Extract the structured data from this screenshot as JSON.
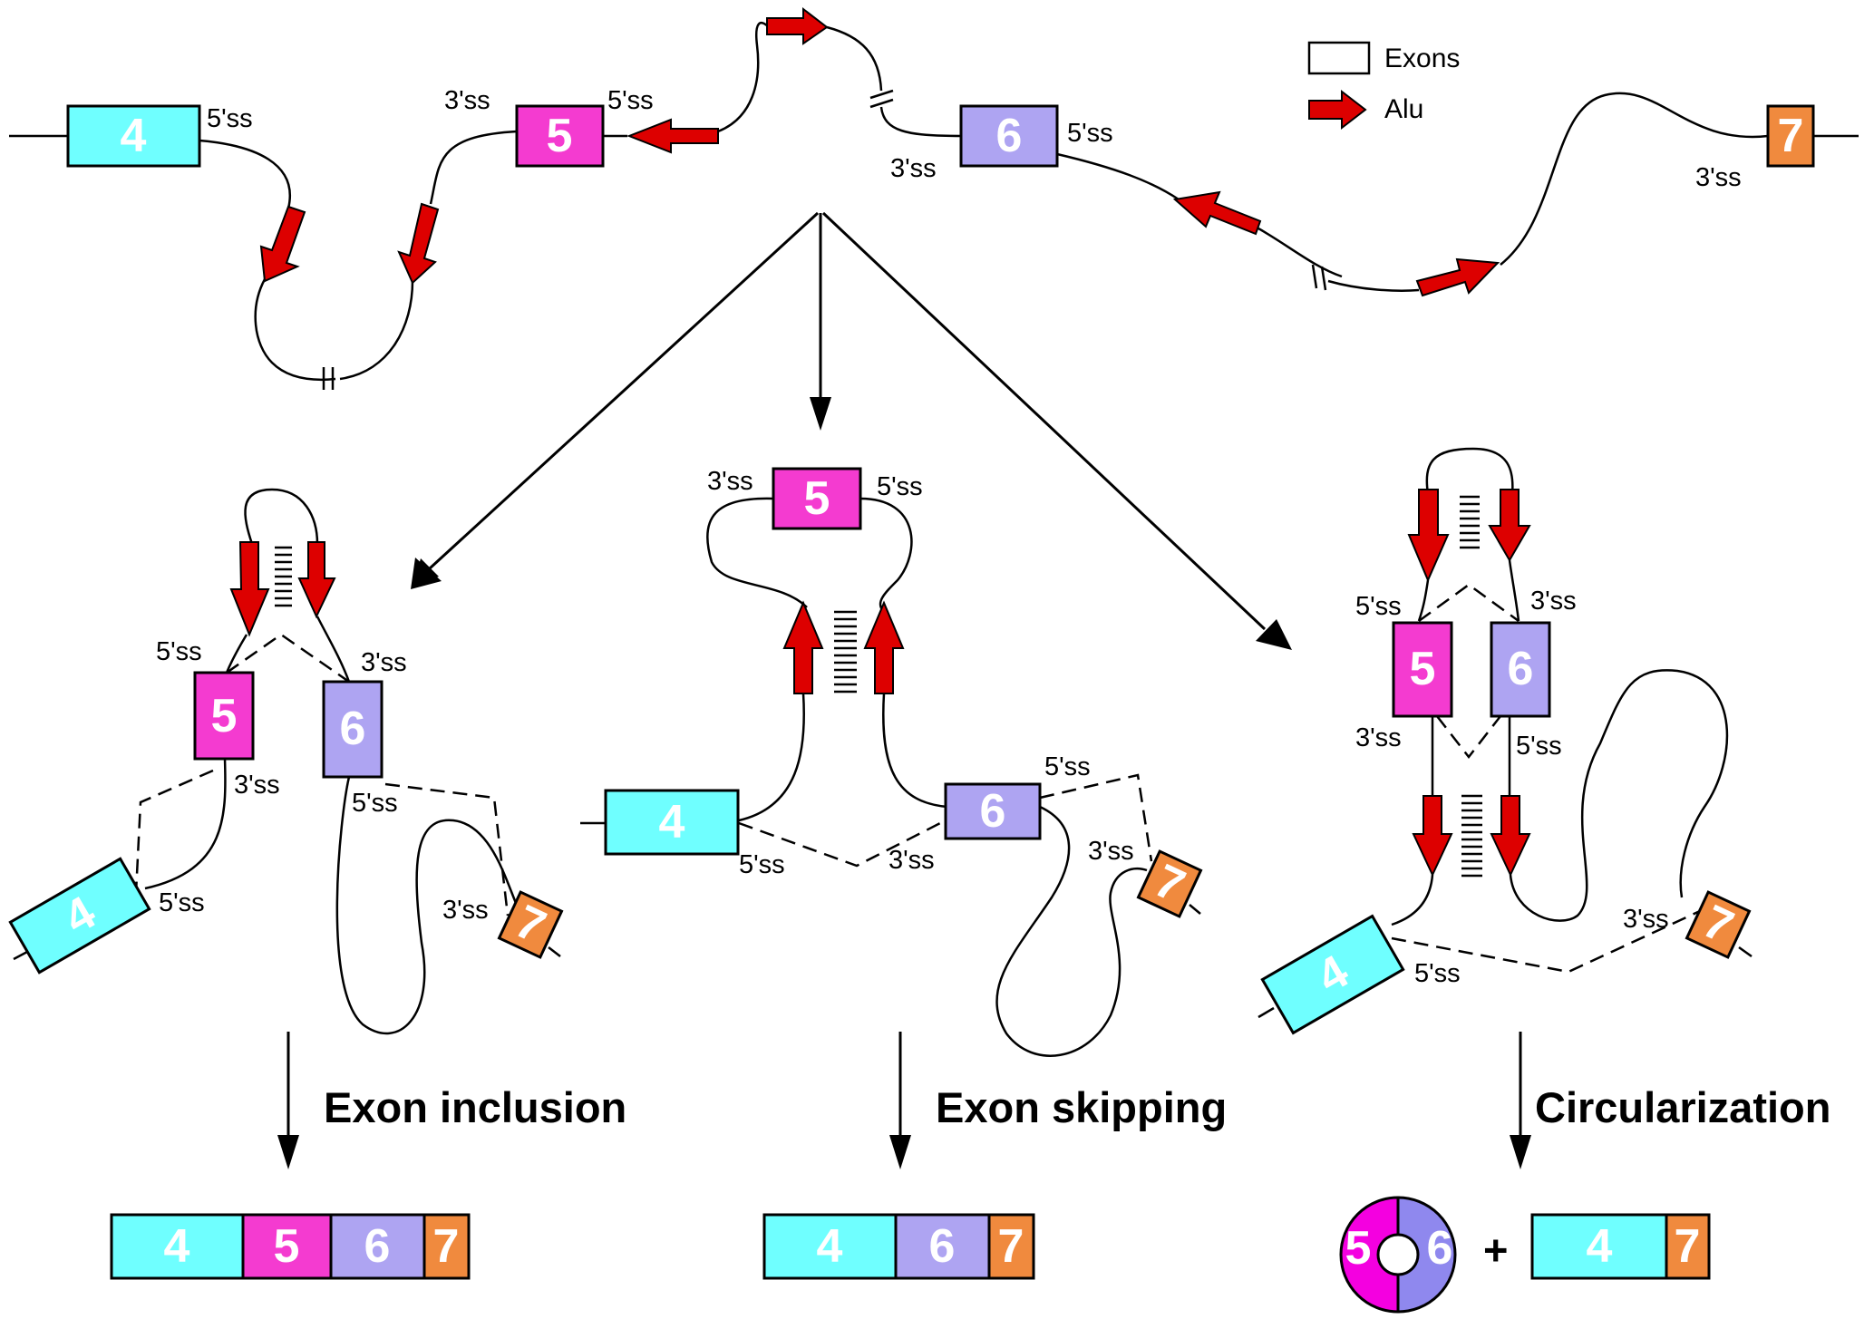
{
  "colors": {
    "exon4": "#6fffff",
    "exon5": "#f43bd0",
    "exon6": "#aea4f2",
    "exon7": "#f08a3e",
    "alu": "#dd0000"
  },
  "legend": {
    "exons": "Exons",
    "alu": "Alu"
  },
  "splice": {
    "five": "5'ss",
    "three": "3'ss"
  },
  "exons": {
    "e4": "4",
    "e5": "5",
    "e6": "6",
    "e7": "7"
  },
  "outcomes": {
    "inclusion": "Exon inclusion",
    "skipping": "Exon skipping",
    "circularization": "Circularization"
  },
  "plus": "+"
}
